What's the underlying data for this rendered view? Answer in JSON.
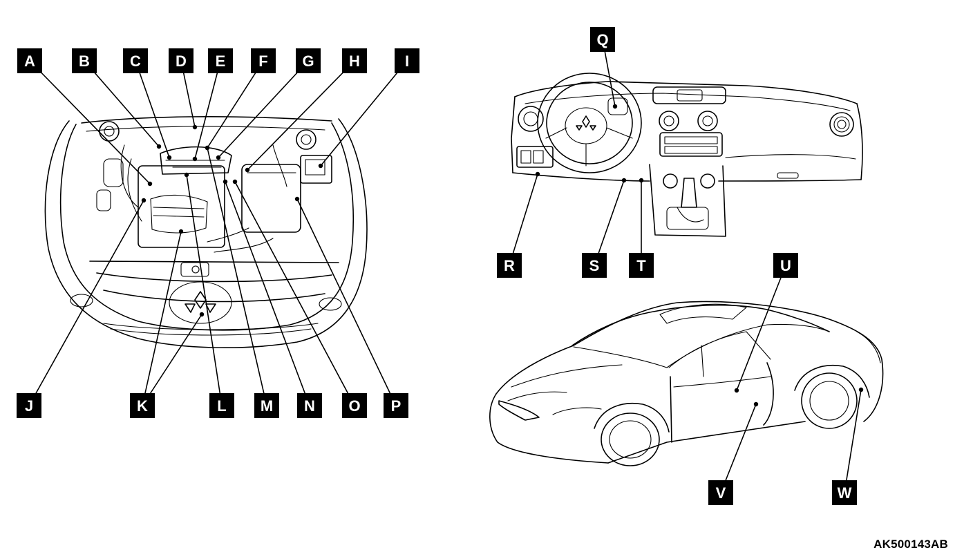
{
  "figure_code": "AK500143AB",
  "callouts": [
    {
      "id": "A",
      "label": "A"
    },
    {
      "id": "B",
      "label": "B"
    },
    {
      "id": "C",
      "label": "C"
    },
    {
      "id": "D",
      "label": "D"
    },
    {
      "id": "E",
      "label": "E"
    },
    {
      "id": "F",
      "label": "F"
    },
    {
      "id": "G",
      "label": "G"
    },
    {
      "id": "H",
      "label": "H"
    },
    {
      "id": "I",
      "label": "I"
    },
    {
      "id": "J",
      "label": "J"
    },
    {
      "id": "K",
      "label": "K"
    },
    {
      "id": "L",
      "label": "L"
    },
    {
      "id": "M",
      "label": "M"
    },
    {
      "id": "N",
      "label": "N"
    },
    {
      "id": "O",
      "label": "O"
    },
    {
      "id": "P",
      "label": "P"
    },
    {
      "id": "Q",
      "label": "Q"
    },
    {
      "id": "R",
      "label": "R"
    },
    {
      "id": "S",
      "label": "S"
    },
    {
      "id": "T",
      "label": "T"
    },
    {
      "id": "U",
      "label": "U"
    },
    {
      "id": "V",
      "label": "V"
    },
    {
      "id": "W",
      "label": "W"
    }
  ]
}
